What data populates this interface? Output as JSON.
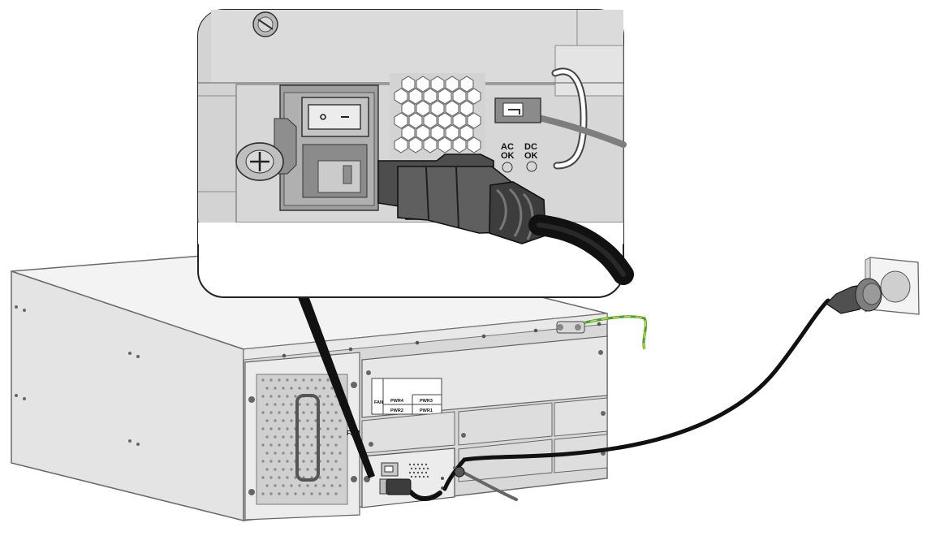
{
  "inset": {
    "ac_ok_line1": "AC",
    "ac_ok_line2": "OK",
    "dc_ok_line1": "DC",
    "dc_ok_line2": "OK"
  },
  "device_labels": {
    "fan": "FAN",
    "pwr1": "PWR1",
    "pwr2": "PWR2",
    "pwr3": "PWR3",
    "pwr4": "PWR4",
    "fan_side": "FAN"
  },
  "colors": {
    "chassis_light": "#f1f1f1",
    "chassis_mid": "#dcdcdc",
    "chassis_dark": "#c7c7c7",
    "cable": "#111111",
    "ground_wire_green": "#45a52d",
    "ground_wire_yellow": "#e5db2d"
  },
  "icons": [
    "power-switch-icon",
    "screw-icon",
    "plug-icon",
    "ground-wire-icon",
    "socket-icon"
  ]
}
